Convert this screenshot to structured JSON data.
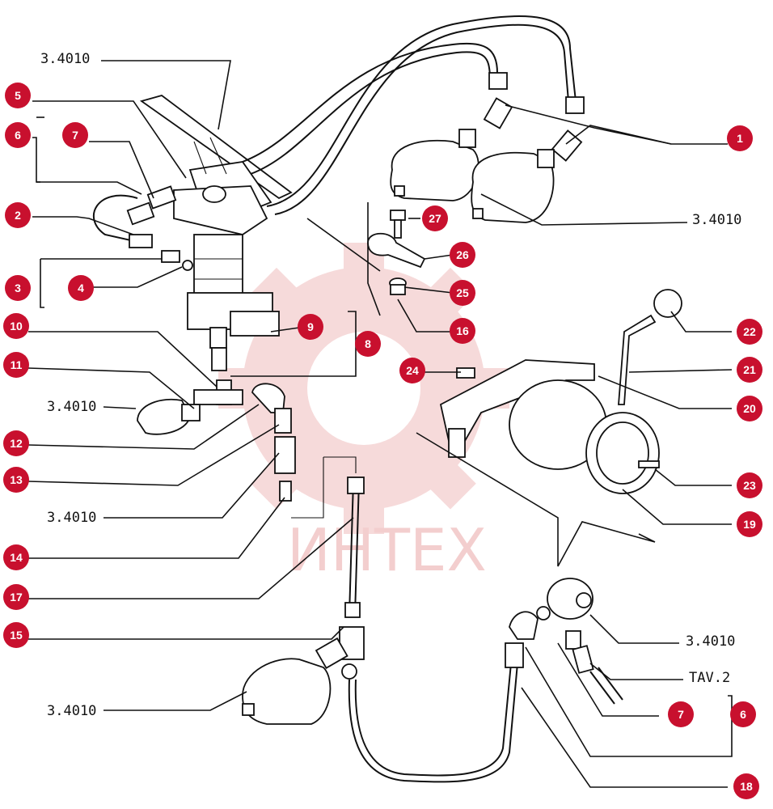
{
  "watermark": "ИНТЕХ",
  "accent_color": "#c8102e",
  "refs": {
    "top_left": "3.4010",
    "right_mid": "3.4010",
    "left_small": "3.4010",
    "left_mid": "3.4010",
    "right_low": "3.4010",
    "left_bottom": "3.4010",
    "tav": "TAV.2"
  },
  "callouts": {
    "c1": "1",
    "c2": "2",
    "c3": "3",
    "c4": "4",
    "c5": "5",
    "c6a": "6",
    "c6b": "6",
    "c7a": "7",
    "c7b": "7",
    "c8": "8",
    "c9": "9",
    "c10": "10",
    "c11": "11",
    "c12": "12",
    "c13": "13",
    "c14": "14",
    "c15": "15",
    "c16": "16",
    "c17": "17",
    "c18": "18",
    "c19": "19",
    "c20": "20",
    "c21": "21",
    "c22": "22",
    "c23": "23",
    "c24": "24",
    "c25": "25",
    "c26": "26",
    "c27": "27"
  }
}
